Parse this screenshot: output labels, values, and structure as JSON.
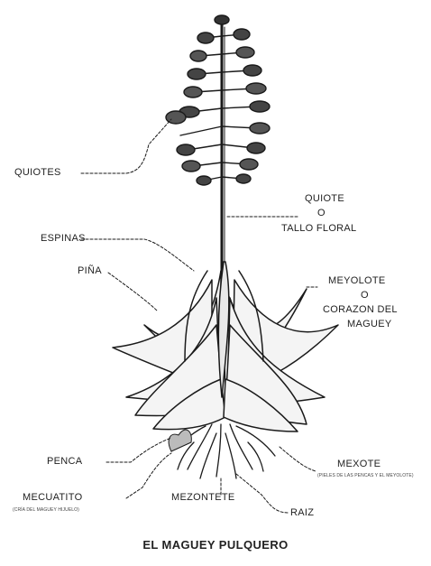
{
  "labels": {
    "quiotes": "QUIOTES",
    "quiote": "QUIOTE",
    "o1": "O",
    "tallo": "TALLO FLORAL",
    "espinas": "ESPINAS",
    "pina": "PIÑA",
    "meyolote": "MEYOLOTE",
    "o2": "O",
    "corazon": "CORAZON DEL",
    "maguey": "MAGUEY",
    "penca": "PENCA",
    "mexote": "MEXOTE",
    "mexote_note": "(PIELES DE LAS PENCAS Y EL MEYOLOTE)",
    "mecuatito": "MECUATITO",
    "mecuatito_note": "(CRÍA DEL MAGUEY HIJUELO)",
    "mezontete": "MEZONTETE",
    "raiz": "RAIZ"
  },
  "caption": "EL MAGUEY PULQUERO"
}
